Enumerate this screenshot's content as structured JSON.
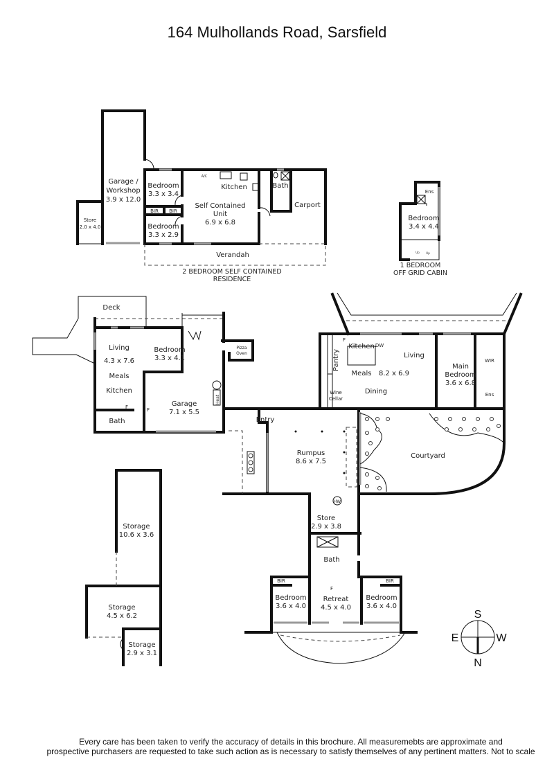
{
  "title": "164 Mulhollands Road, Sarsfield",
  "footer": {
    "line1": "Every care has been taken to verify the accuracy of details in this brochure. All measuremebts are approximate and",
    "line2": "prospective purchasers are requested to take such action as is necessary to satisfy themselves of any pertinent matters. Not to scale"
  },
  "residence": {
    "garage_l1": "Garage /",
    "garage_l2": "Workshop",
    "garage_dim": "3.9 x 12.0",
    "store": "Store",
    "store_dim": "2.0 x 4.0",
    "bed1": "Bedroom",
    "bed1_dim": "3.3 x 3.4",
    "bir1": "BIR",
    "bir2": "BIR",
    "bed2": "Bedroom",
    "bed2_dim": "3.3 x 2.9",
    "kitchen": "Kitchen",
    "ac": "A/C",
    "unit_l1": "Self Contained",
    "unit_l2": "Unit",
    "unit_dim": "6.9 x 6.8",
    "bath": "Bath",
    "carport": "Carport",
    "verandah": "Verandah",
    "caption_l1": "2 BEDROOM SELF CONTAINED",
    "caption_l2": "RESIDENCE"
  },
  "cabin": {
    "ens": "Ens",
    "bedroom": "Bedroom",
    "bedroom_dim": "3.4 x 4.4",
    "up1": "Up",
    "up2": "Up",
    "caption_l1": "1 BEDROOM",
    "caption_l2": "OFF GRID CABIN"
  },
  "west_wing": {
    "deck": "Deck",
    "living": "Living",
    "living_dim": "4.3 x 7.6",
    "meals": "Meals",
    "kitchen": "Kitchen",
    "fridge1": "F",
    "fridge2": "F",
    "bath": "Bath",
    "bedroom": "Bedroom",
    "bedroom_dim": "3.3 x 4.1",
    "garage": "Garage",
    "garage_dim": "7.1 x 5.5",
    "pizza_l1": "Pizza",
    "pizza_l2": "Oven",
    "heat": "Heat"
  },
  "main_house": {
    "pantry": "Pantry",
    "fridge": "F",
    "kitchen": "Kitchen",
    "dw": "DW",
    "living": "Living",
    "meals": "Meals",
    "meals_dim": "8.2 x 6.9",
    "dining": "Dining",
    "wine_l1": "Wine",
    "wine_l2": "Cellar",
    "main_bed_l1": "Main",
    "main_bed_l2": "Bedroom",
    "main_bed_dim": "3.6 x 6.8",
    "wir": "WIR",
    "ens": "Ens",
    "courtyard": "Courtyard",
    "entry": "Entry",
    "rumpus": "Rumpus",
    "rumpus_dim": "8.6 x 7.5",
    "hw": "HW",
    "store": "Store",
    "store_dim": "2.9 x 3.8",
    "bath": "Bath",
    "fridge2": "F",
    "bir1": "BIR",
    "bir2": "BIR",
    "bed1": "Bedroom",
    "bed1_dim": "3.6 x 4.0",
    "retreat": "Retreat",
    "retreat_dim": "4.5 x 4.0",
    "bed2": "Bedroom",
    "bed2_dim": "3.6 x 4.0"
  },
  "storage": {
    "s1": "Storage",
    "s1_dim": "10.6 x 3.6",
    "s2": "Storage",
    "s2_dim": "4.5 x 6.2",
    "s3": "Storage",
    "s3_dim": "2.9 x 3.1"
  },
  "compass": {
    "s": "S",
    "e": "E",
    "w": "W",
    "n": "N"
  }
}
